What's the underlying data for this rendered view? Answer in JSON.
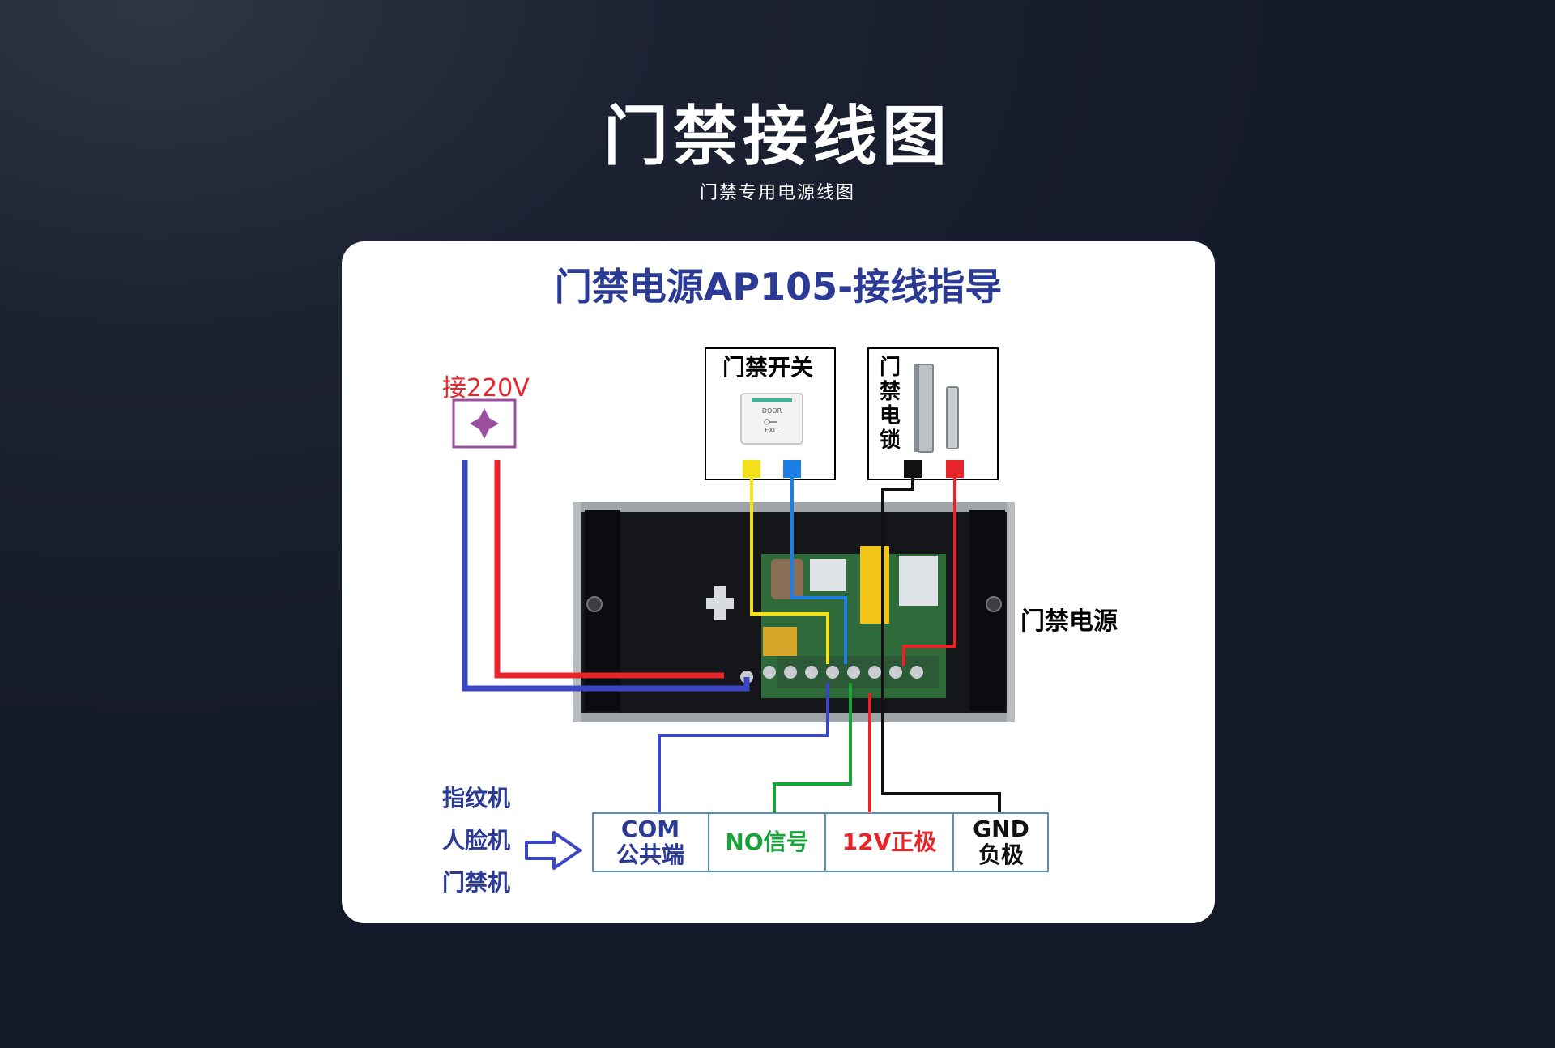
{
  "header": {
    "title": "门禁接线图",
    "subtitle": "门禁专用电源线图"
  },
  "diagram": {
    "title": "门禁电源AP105-接线指导",
    "power_in_label": "接220V",
    "exit_button_label": "门禁开关",
    "exit_button_face": {
      "line1": "DOOR",
      "line2": "EXIT"
    },
    "lock_label_chars": [
      "门",
      "禁",
      "电",
      "锁"
    ],
    "power_supply_label": "门禁电源",
    "devices": [
      "指纹机",
      "人脸机",
      "门禁机"
    ],
    "terminals": [
      {
        "lines": [
          "COM",
          "公共端"
        ],
        "color": "#2a3a95"
      },
      {
        "lines": [
          "NO信号"
        ],
        "color": "#1aa33a"
      },
      {
        "lines": [
          "12V正极"
        ],
        "color": "#e8232a"
      },
      {
        "lines": [
          "GND",
          "负极"
        ],
        "color": "#111111"
      }
    ],
    "wire_colors": {
      "blue": "#3b46c4",
      "red": "#e8232a",
      "yellow": "#f5e21a",
      "light_blue": "#1d7ee6",
      "green": "#1aa33a",
      "black": "#111111",
      "purple": "#9b4f9f"
    }
  }
}
